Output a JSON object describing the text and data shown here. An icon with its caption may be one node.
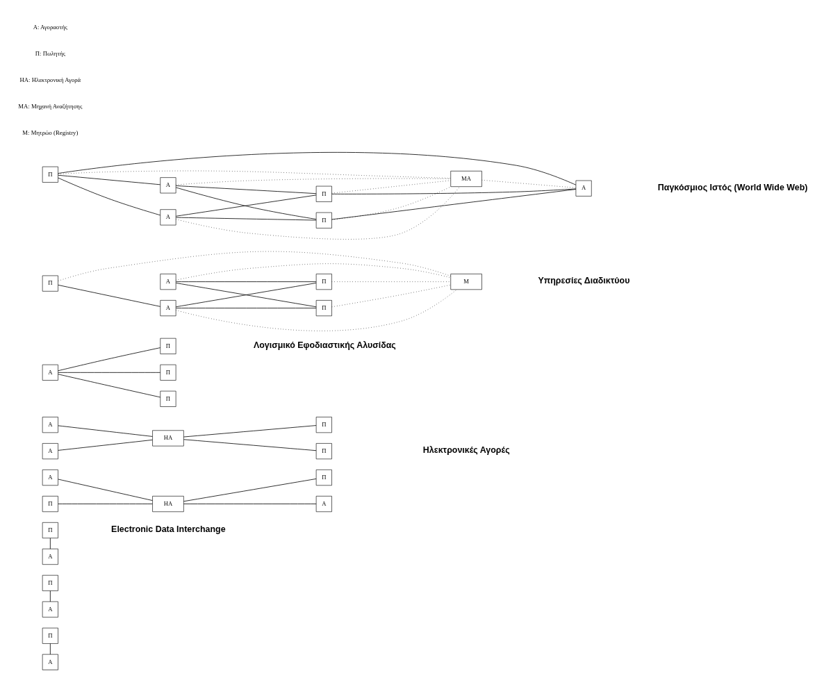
{
  "diagram": {
    "nodes": [
      {
        "text": [
          "Α"
        ]
      },
      {
        "text": [
          "Π"
        ]
      },
      {
        "text": [
          "Α"
        ]
      },
      {
        "text": [
          "Π"
        ]
      },
      {
        "text": [
          "Α"
        ]
      },
      {
        "text": [
          "Π"
        ]
      },
      {
        "text": [
          "Α"
        ]
      },
      {
        "text": [
          "Π"
        ]
      },
      {
        "text": [
          "ΗΑ"
        ]
      },
      {
        "text": [
          "Α"
        ]
      },
      {
        "text": [
          "Π"
        ]
      },
      {
        "text": [
          "Α"
        ]
      },
      {
        "text": [
          "Α"
        ]
      },
      {
        "text": [
          "ΗΑ"
        ]
      },
      {
        "text": [
          "Π"
        ]
      },
      {
        "text": [
          "Π"
        ]
      },
      {
        "text": [
          "Π"
        ]
      },
      {
        "text": [
          "Α"
        ]
      },
      {
        "text": [
          "Π"
        ]
      },
      {
        "text": [
          "Π"
        ]
      },
      {
        "text": [
          "Α"
        ]
      },
      {
        "text": [
          "Α"
        ]
      },
      {
        "text": [
          "Π"
        ]
      },
      {
        "text": [
          "Μ"
        ]
      },
      {
        "text": [
          "Π"
        ]
      },
      {
        "text": [
          "Π"
        ]
      },
      {
        "text": [
          "Α"
        ]
      },
      {
        "text": [
          "Α"
        ]
      },
      {
        "text": [
          "ΜΑ"
        ]
      },
      {
        "text": [
          "Π"
        ]
      },
      {
        "text": [
          "Α"
        ]
      },
      {
        "text": [
          "Π"
        ]
      },
      {
        "text": [
          "Π"
        ]
      }
    ],
    "edges": [
      {
        "from": 0,
        "to": 1,
        "arrow": "none"
      },
      {
        "from": 2,
        "to": 3,
        "arrow": "none"
      },
      {
        "from": 4,
        "to": 5,
        "arrow": "none"
      },
      {
        "from": 6,
        "to": 8,
        "arrow": "none"
      },
      {
        "from": 9,
        "to": 8,
        "arrow": "none"
      },
      {
        "from": 8,
        "to": 7,
        "arrow": "none"
      },
      {
        "from": 8,
        "to": 10,
        "arrow": "none"
      },
      {
        "from": 11,
        "to": 13,
        "arrow": "none"
      },
      {
        "from": 14,
        "to": 13,
        "arrow": "none"
      },
      {
        "from": 13,
        "to": 12,
        "arrow": "none"
      },
      {
        "from": 13,
        "to": 15,
        "arrow": "none"
      },
      {
        "from": 17,
        "to": 16,
        "arrow": "none"
      },
      {
        "from": 17,
        "to": 18,
        "arrow": "none"
      },
      {
        "from": 17,
        "to": 19,
        "arrow": "none"
      },
      {
        "from": 22,
        "to": 20,
        "arrow": "none"
      },
      {
        "from": 22,
        "to": 23,
        "arrow": "none",
        "style": "dashed"
      },
      {
        "from": 20,
        "to": 24,
        "arrow": "none"
      },
      {
        "from": 20,
        "to": 25,
        "arrow": "none"
      },
      {
        "from": 21,
        "to": 24,
        "arrow": "none"
      },
      {
        "from": 21,
        "to": 25,
        "arrow": "none"
      },
      {
        "from": 20,
        "to": 23,
        "arrow": "none",
        "style": "dashed"
      },
      {
        "from": 21,
        "to": 23,
        "arrow": "none",
        "style": "dashed"
      },
      {
        "from": 24,
        "to": 23,
        "arrow": "none",
        "style": "dashed"
      },
      {
        "from": 25,
        "to": 23,
        "arrow": "none",
        "style": "dashed"
      },
      {
        "from": 29,
        "to": 27,
        "arrow": "none"
      },
      {
        "from": 29,
        "to": 26,
        "arrow": "none"
      },
      {
        "from": 29,
        "to": 30,
        "arrow": "none"
      },
      {
        "from": 27,
        "to": 31,
        "arrow": "none"
      },
      {
        "from": 27,
        "to": 32,
        "arrow": "none"
      },
      {
        "from": 26,
        "to": 31,
        "arrow": "none"
      },
      {
        "from": 26,
        "to": 32,
        "arrow": "none"
      },
      {
        "from": 31,
        "to": 30,
        "arrow": "none"
      },
      {
        "from": 32,
        "to": 30,
        "arrow": "none"
      },
      {
        "from": 27,
        "to": 28,
        "arrow": "none",
        "style": "dashed"
      },
      {
        "from": 26,
        "to": 28,
        "arrow": "none",
        "style": "dashed"
      },
      {
        "from": 29,
        "to": 28,
        "arrow": "none",
        "style": "dashed"
      },
      {
        "from": 28,
        "to": 30,
        "arrow": "none",
        "style": "dashed"
      },
      {
        "from": 31,
        "to": 28,
        "arrow": "none",
        "style": "dashed"
      },
      {
        "from": 32,
        "to": 28,
        "arrow": "none",
        "style": "dashed"
      }
    ],
    "labels": [
      "Electronic Data Interchange",
      "Ηλεκτρονικές Αγορές",
      "Λογισμικό Εφοδιαστικής Αλυσίδας",
      "Υπηρεσίες Διαδικτύου",
      "Παγκόσμιος Ιστός (World Wide Web)",
      "Α: Αγοραστής",
      "Π: Πωλητής",
      "ΗΑ: Ηλεκτρονική Αγορά",
      "ΜΑ: Μηχανή Αναζήτησης",
      "Μ: Μητρώο (Registry)"
    ]
  }
}
